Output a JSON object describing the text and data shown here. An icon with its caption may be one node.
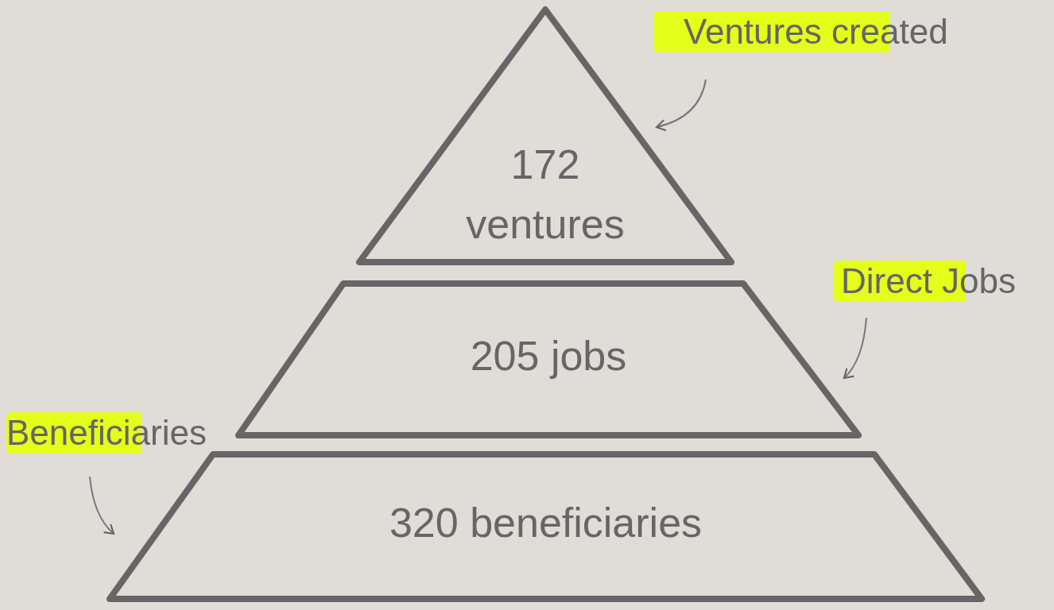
{
  "diagram": {
    "nodes": [
      {
        "text": [
          "172 ventures"
        ]
      },
      {
        "text": [
          "205 jobs"
        ]
      },
      {
        "text": [
          "320 beneficiaries"
        ]
      },
      {
        "text": [
          "Ventures created"
        ]
      },
      {
        "text": [
          "Direct Jobs"
        ]
      },
      {
        "text": [
          "Beneficiaries"
        ]
      }
    ],
    "edges": [
      {
        "from": 3,
        "to": 0,
        "arrow": "to"
      },
      {
        "from": 4,
        "to": 1,
        "arrow": "to"
      },
      {
        "from": 5,
        "to": 2,
        "arrow": "to"
      }
    ]
  }
}
